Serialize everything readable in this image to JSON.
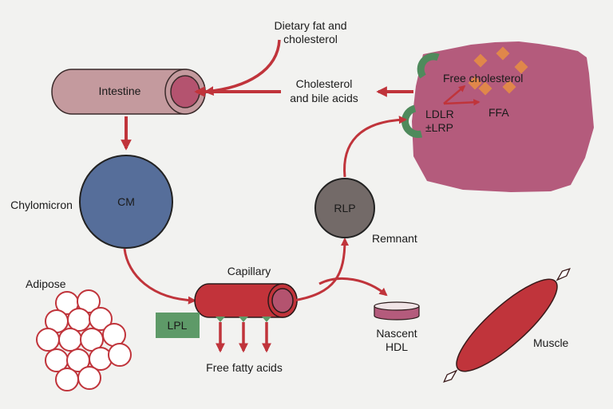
{
  "labels": {
    "dietary": [
      "Dietary fat and",
      "cholesterol"
    ],
    "intestine": "Intestine",
    "chol_bile": [
      "Cholesterol",
      "and bile acids"
    ],
    "free_chol": "Free cholesterol",
    "ldlr": [
      "LDLR",
      "±LRP"
    ],
    "ffa": "FFA",
    "chylomicron": "Chylomicron",
    "cm": "CM",
    "rlp": "RLP",
    "remnant": "Remnant",
    "capillary": "Capillary",
    "lpl": "LPL",
    "adipose": "Adipose",
    "free_fatty_acids": "Free fatty acids",
    "nascent_hdl": [
      "Nascent",
      "HDL"
    ],
    "muscle": "Muscle"
  },
  "colors": {
    "background": "#f2f2f0",
    "arrow": "#c0343b",
    "intestine_body": "#c49a9e",
    "lumen": "#b4536f",
    "liver": "#b45b7c",
    "cm": "#566e9a",
    "rlp": "#736a68",
    "capillary": "#c2333a",
    "lpl": "#5e9a68",
    "receptor": "#4f8a5c",
    "droplet": "#e0874a",
    "muscle": "#c0343b"
  }
}
